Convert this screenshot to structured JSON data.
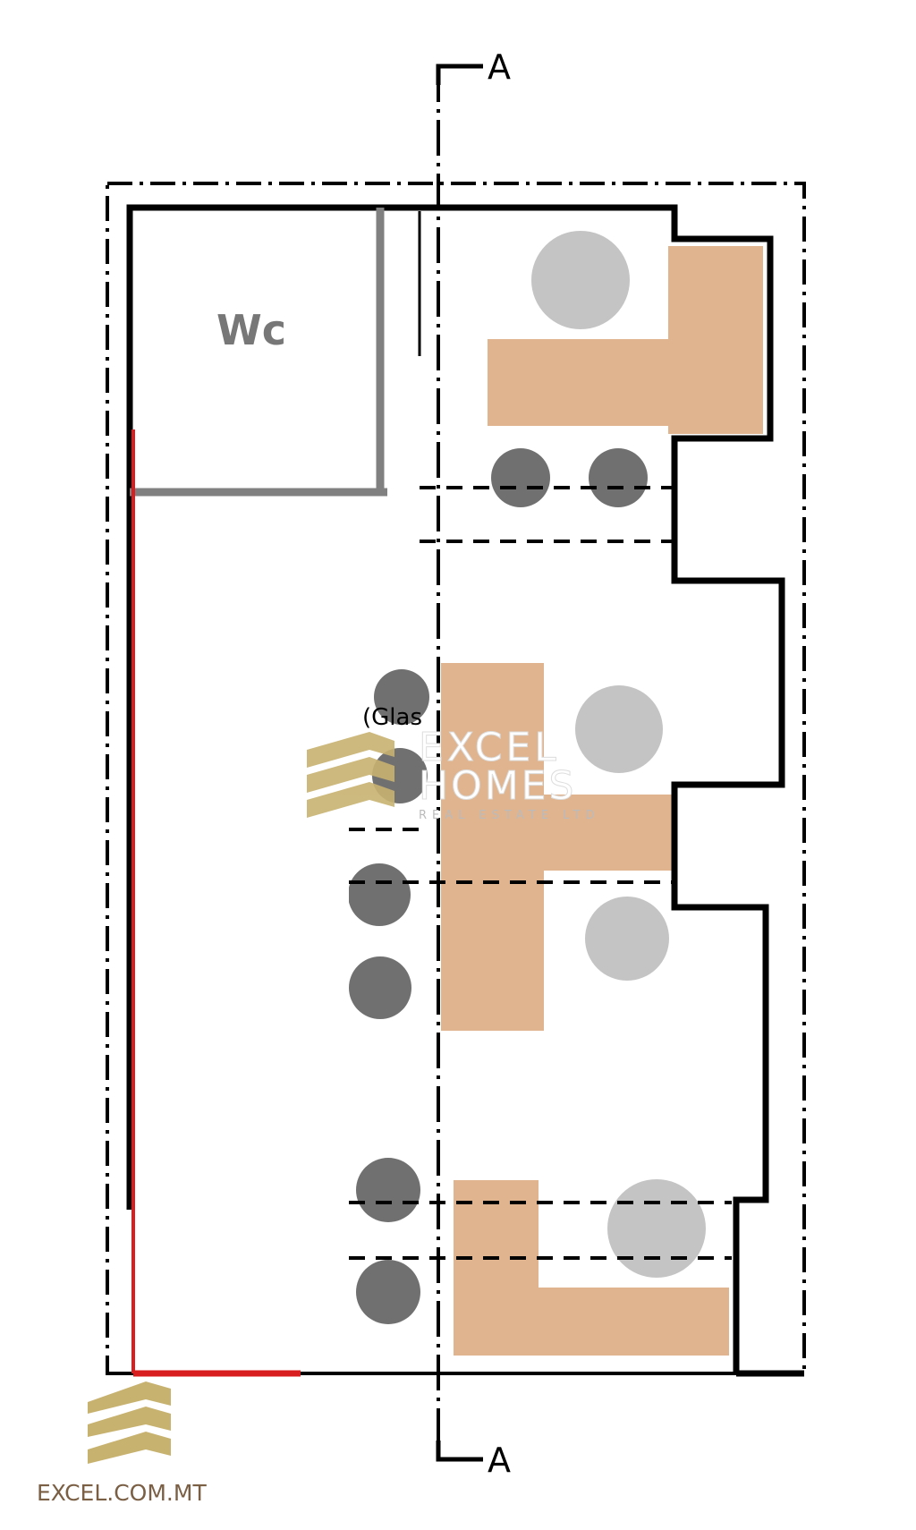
{
  "plan": {
    "room_label": "Wc",
    "section_marker_top": "A",
    "section_marker_bottom": "A",
    "partial_label": "(Glas"
  },
  "watermark": {
    "line1": "EXCEL",
    "line2": "HOMES",
    "line3": "REAL ESTATE LTD"
  },
  "footer": {
    "website": "EXCEL.COM.MT"
  },
  "colors": {
    "furniture": "#dfb48f",
    "chair": "#707070",
    "table": "#c4c4c4",
    "wall": "#000000",
    "partition": "#808080",
    "boundary": "#d81e1e",
    "logo_gold": "#c8b270",
    "website_text": "#7a5f45"
  }
}
